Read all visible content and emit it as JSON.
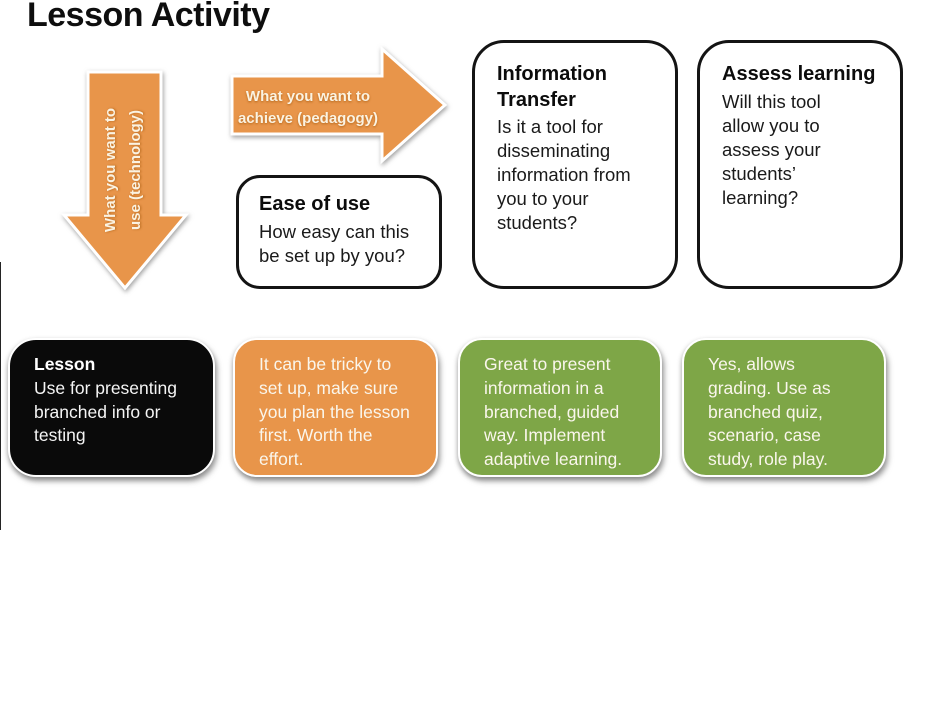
{
  "slide_title": "Lesson Activity",
  "colors": {
    "orange": "#E8954A",
    "green": "#7EA647",
    "black_box": "#0A0A0A",
    "box_border": "#141414",
    "arrow_text": "#FBF3E2"
  },
  "arrows": {
    "down": {
      "line1": "What you want to",
      "line2": "use (technology)"
    },
    "right": {
      "line1": "What you want to",
      "line2": "achieve (pedagogy)"
    }
  },
  "criteria_boxes": [
    {
      "title": "Ease of use",
      "body": "How easy can this be set up by you?"
    },
    {
      "title": "Information Transfer",
      "body": "Is it a tool for disseminating information from you to your students?"
    },
    {
      "title": "Assess learning",
      "body": "Will this tool allow you to assess your students’ learning?"
    }
  ],
  "answer_boxes": [
    {
      "title": "Lesson",
      "body": "Use for presenting branched info or testing"
    },
    {
      "body": "It can be tricky to set up, make sure you plan the lesson first. Worth the effort."
    },
    {
      "body": "Great to present information in a branched, guided way. Implement adaptive learning."
    },
    {
      "body": "Yes, allows grading. Use as branched quiz, scenario, case study, role play."
    }
  ]
}
